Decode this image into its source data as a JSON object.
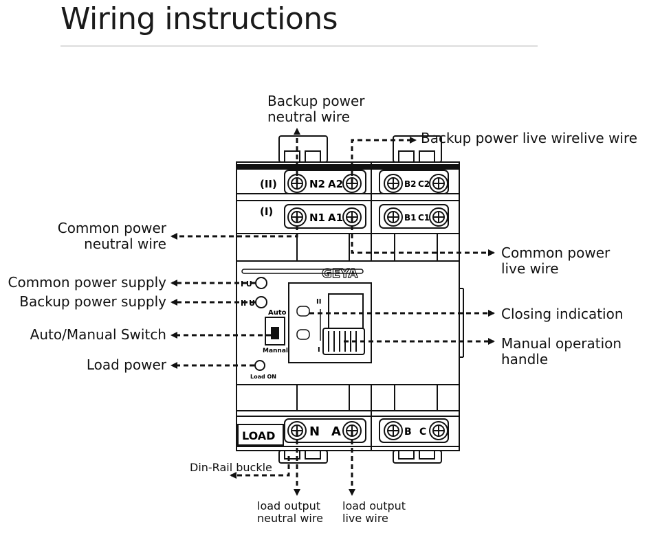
{
  "title": "Wiring instructions",
  "brand": "GEYA",
  "device": {
    "row2_tag": "(II)",
    "row1_tag": "(I)",
    "terminals_row2": [
      "N2",
      "A2",
      "B2",
      "C2"
    ],
    "terminals_row1": [
      "N1",
      "A1",
      "B1",
      "C1"
    ],
    "terminals_load": [
      "N",
      "A",
      "B",
      "C"
    ],
    "load_tag": "LOAD",
    "ind_1": "I U",
    "ind_2": "II U",
    "switch_top": "Auto",
    "switch_bottom": "Mannal",
    "load_ind": "Load ON",
    "handle_top": "II",
    "handle_bottom": "I"
  },
  "labels": {
    "backup_neutral_1": "Backup power",
    "backup_neutral_2": "neutral wire",
    "backup_live": "Backup power live wirelive wire",
    "common_neutral_1": "Common power",
    "common_neutral_2": "neutral wire",
    "common_live_1": "Common power",
    "common_live_2": "live wire",
    "common_supply": "Common power supply",
    "backup_supply": "Backup power supply",
    "auto_manual": "Auto/Manual Switch",
    "load_power": "Load power",
    "closing_indication": "Closing indication",
    "manual_handle_1": "Manual operation",
    "manual_handle_2": "handle",
    "din_rail": "Din-Rail buckle",
    "load_neutral_1": "load output",
    "load_neutral_2": "neutral wire",
    "load_live_1": "load output",
    "load_live_2": "live wire"
  }
}
